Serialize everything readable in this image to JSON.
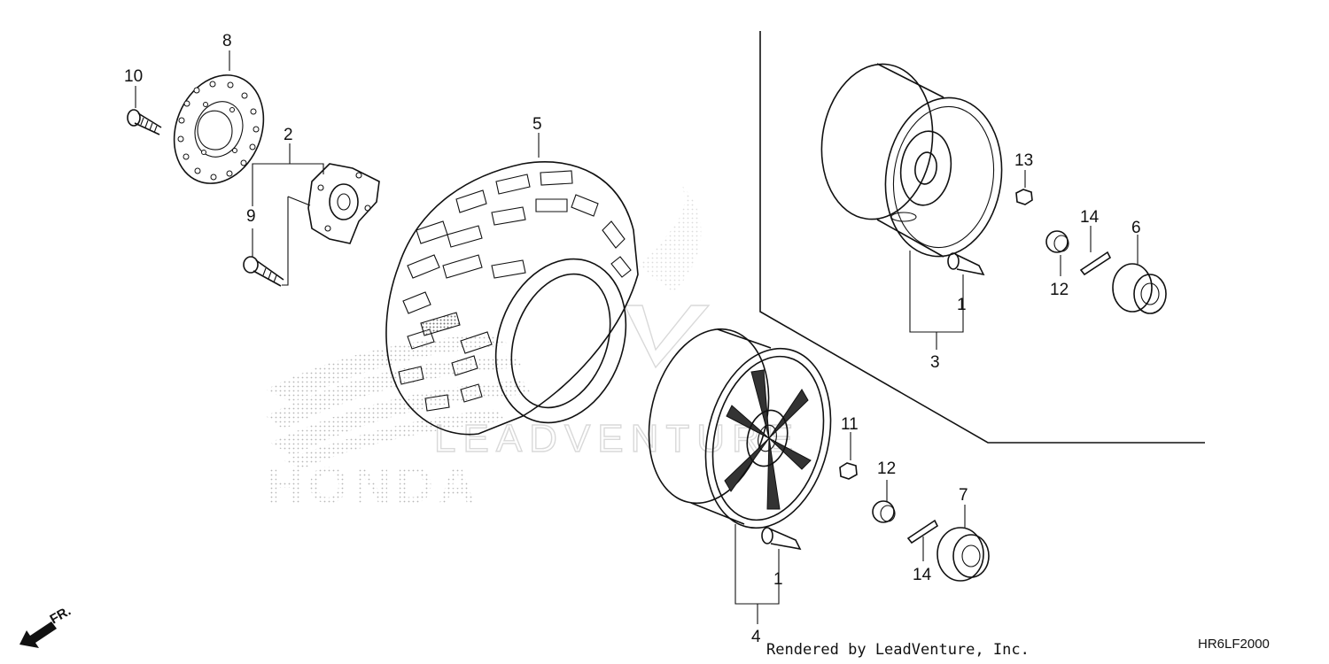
{
  "diagram": {
    "callouts": [
      {
        "id": "c8",
        "text": "8"
      },
      {
        "id": "c10",
        "text": "10"
      },
      {
        "id": "c2",
        "text": "2"
      },
      {
        "id": "c9",
        "text": "9"
      },
      {
        "id": "c5",
        "text": "5"
      },
      {
        "id": "c13",
        "text": "13"
      },
      {
        "id": "c14a",
        "text": "14"
      },
      {
        "id": "c6",
        "text": "6"
      },
      {
        "id": "c12a",
        "text": "12"
      },
      {
        "id": "c1a",
        "text": "1"
      },
      {
        "id": "c3",
        "text": "3"
      },
      {
        "id": "c11",
        "text": "11"
      },
      {
        "id": "c12b",
        "text": "12"
      },
      {
        "id": "c7",
        "text": "7"
      },
      {
        "id": "c14b",
        "text": "14"
      },
      {
        "id": "c1b",
        "text": "1"
      },
      {
        "id": "c4",
        "text": "4"
      }
    ],
    "direction_label": "FR.",
    "footer_text": "Rendered by LeadVenture, Inc.",
    "diagram_code": "HR6LF2000",
    "watermark_brand": "HONDA",
    "watermark_text": "LEADVENTURE"
  }
}
